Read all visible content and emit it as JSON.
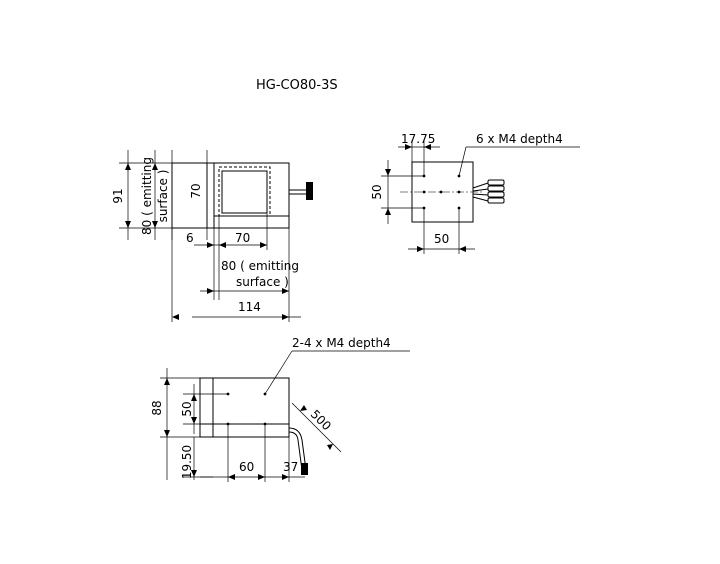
{
  "title": "HG-CO80-3S",
  "front_view": {
    "height_total": "91",
    "emitting_height": "80 ( emitting",
    "emitting_height_2": "surface )",
    "inner_height": "70",
    "offset_left": "6",
    "inner_width": "70",
    "emitting_width": "80 ( emitting",
    "emitting_width_2": "surface )",
    "width_total": "114"
  },
  "side_view": {
    "offset": "17.75",
    "holes": "6 x  M4 depth4",
    "height": "50",
    "width": "50"
  },
  "bottom_view": {
    "holes": "2-4 x  M4 depth4",
    "height_total": "88",
    "height_inner": "50",
    "offset_bottom": "19.50",
    "spacing": "60",
    "offset_right": "37",
    "cable_length": "500"
  }
}
